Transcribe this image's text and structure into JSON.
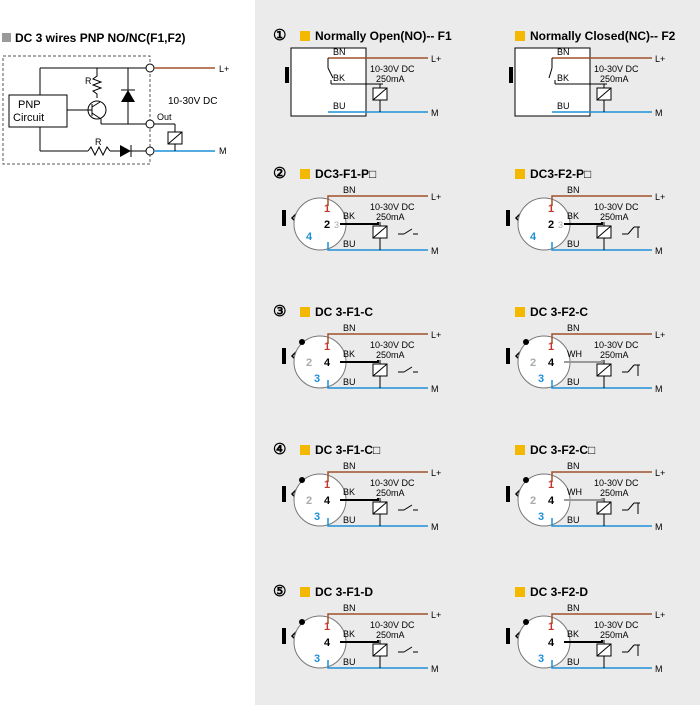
{
  "left_panel": {
    "title": "DC 3 wires PNP NO/NC(F1,F2)",
    "circuit_label_1": "PNP",
    "circuit_label_2": "Circuit",
    "resistor_label": "R",
    "voltage": "10-30V DC",
    "out_label": "Out",
    "lplus": "L+",
    "m": "M"
  },
  "sections": [
    {
      "number": "①",
      "left": {
        "title": "Normally Open(NO)-- F1"
      },
      "right": {
        "title": "Normally Closed(NC)-- F2"
      }
    },
    {
      "number": "②",
      "left": {
        "title": "DC3-F1-P□"
      },
      "right": {
        "title": "DC3-F2-P□"
      }
    },
    {
      "number": "③",
      "left": {
        "title": "DC 3-F1-C"
      },
      "right": {
        "title": "DC 3-F2-C"
      }
    },
    {
      "number": "④",
      "left": {
        "title": "DC 3-F1-C□"
      },
      "right": {
        "title": "DC 3-F2-C□"
      }
    },
    {
      "number": "⑤",
      "left": {
        "title": "DC 3-F1-D"
      },
      "right": {
        "title": "DC 3-F2-D"
      }
    }
  ],
  "wire_labels": {
    "bn": "BN",
    "bk": "BK",
    "bu": "BU",
    "wh": "WH",
    "lplus": "L+",
    "m": "M"
  },
  "load": {
    "voltage": "10-30V DC",
    "current": "250mA"
  },
  "pins": {
    "p1": "1",
    "p2": "2",
    "p3": "3",
    "p4": "4"
  },
  "colors": {
    "brown": "#a0522d",
    "blue": "#1e90d6",
    "black": "#000000",
    "gray": "#9a9a9a",
    "accent": "#f5b800",
    "panel": "#ebebeb"
  }
}
